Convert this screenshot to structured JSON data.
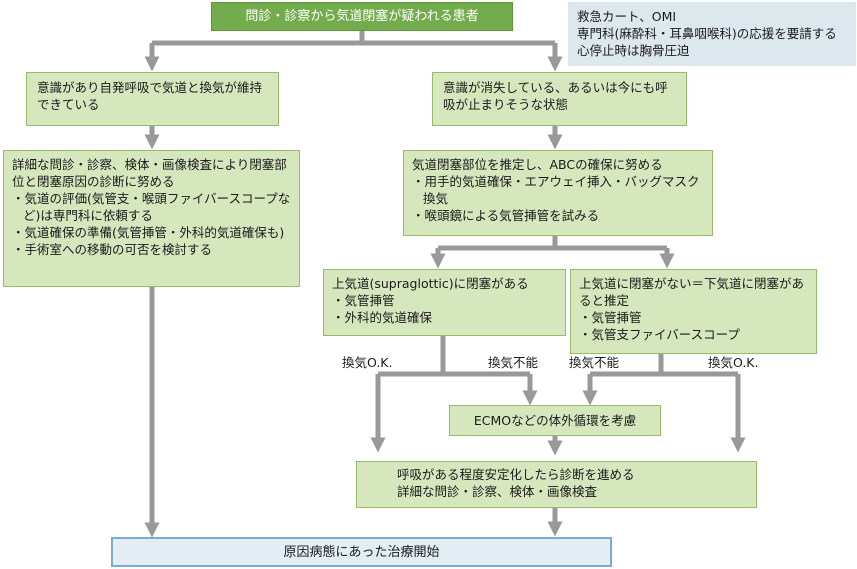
{
  "top": "問診・診察から気道閉塞が疑われる患者",
  "note": [
    "救急カート、OMI",
    "専門科(麻酔科・耳鼻咽喉科)の応援を要請する",
    "心停止時は胸骨圧迫"
  ],
  "left_condition": "意識があり自発呼吸で気道と換気が維持できている",
  "right_condition": "意識が消失している、あるいは今にも呼吸が止まりそうな状態",
  "left_detail": {
    "title": "詳細な問診・診察、検体・画像検査により閉塞部位と閉塞原因の診断に努める",
    "items": [
      "気道の評価(気管支・喉頭ファイバースコープなど)は専門科に依頼する",
      "気道確保の準備(気管挿管・外科的気道確保も)",
      "手術室への移動の可否を検討する"
    ]
  },
  "right_detail": {
    "title": "気道閉塞部位を推定し、ABCの確保に努める",
    "items": [
      "用手的気道確保・エアウェイ挿入・バッグマスク換気",
      "喉頭鏡による気管挿管を試みる"
    ]
  },
  "supraglottic": {
    "title": "上気道(supraglottic)に閉塞がある",
    "items": [
      "気管挿管",
      "外科的気道確保"
    ]
  },
  "lower_airway": {
    "title": "上気道に閉塞がない＝下気道に閉塞があると推定",
    "items": [
      "気管挿管",
      "気管支ファイバースコープ"
    ]
  },
  "labels": {
    "ok_left": "換気O.K.",
    "ng_left": "換気不能",
    "ng_right": "換気不能",
    "ok_right": "換気O.K."
  },
  "ecmo": "ECMOなどの体外循環を考慮",
  "stabilize": [
    "呼吸がある程度安定化したら診断を進める",
    "詳細な問診・診察、検体・画像検査"
  ],
  "final": "原因病態にあった治療開始",
  "colors": {
    "box_fill": "#d6e6bd",
    "top_fill": "#72ac4c",
    "arrow": "#999999",
    "final_border": "#7cadc8"
  }
}
